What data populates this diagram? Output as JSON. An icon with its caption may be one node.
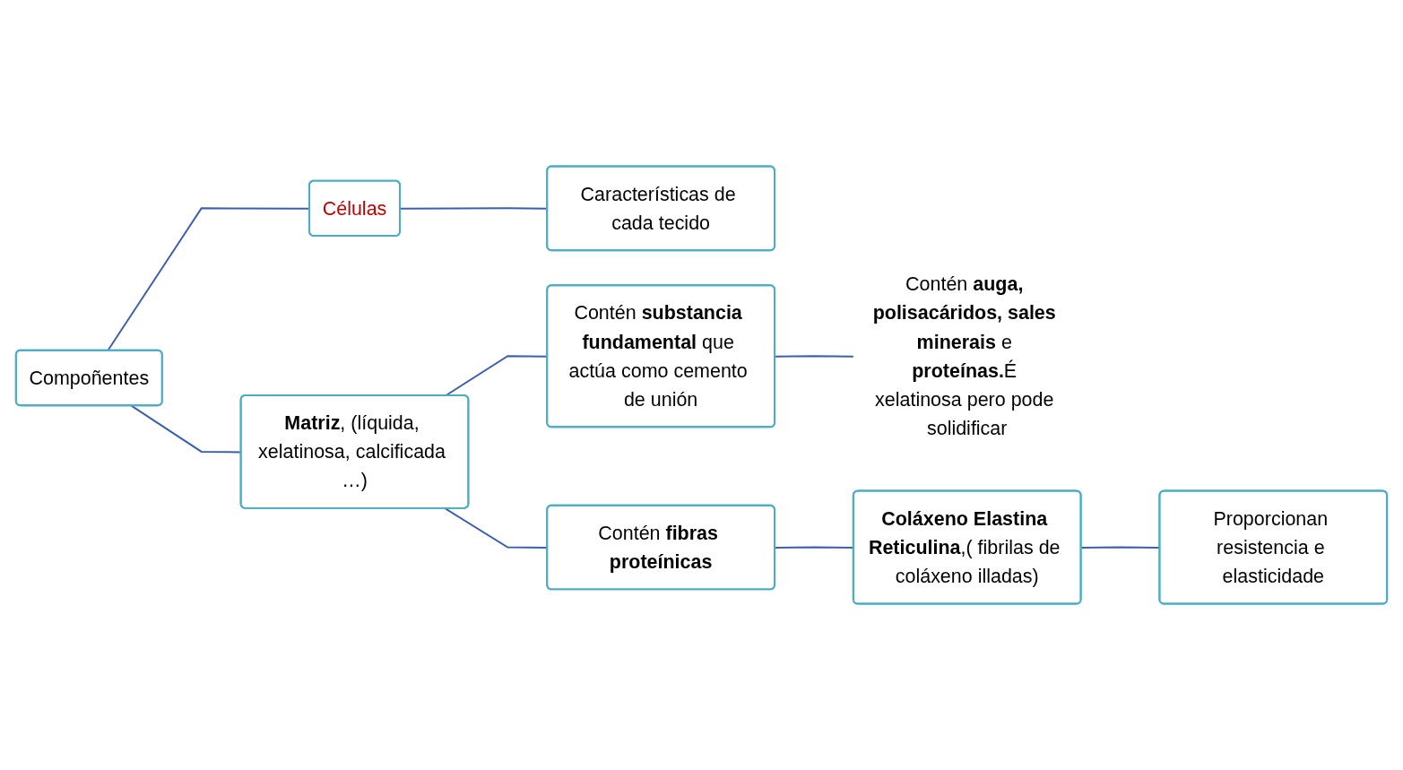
{
  "diagram": {
    "nodes": [
      {
        "text": [
          "Compoñentes"
        ]
      },
      {
        "text": [
          "Células"
        ]
      },
      {
        "text": [
          "Características de cada tecido"
        ]
      },
      {
        "text": [
          "**Matriz**, (líquida, xelatinosa, calcificada …)"
        ]
      },
      {
        "text": [
          "Contén **substancia fundamental** que actúa como cemento de unión"
        ]
      },
      {
        "text": [
          "Contén **auga, polisacáridos, sales minerais** e **proteínas.**É xelatinosa pero pode solidificar"
        ]
      },
      {
        "text": [
          "Contén **fibras proteínicas**"
        ]
      },
      {
        "text": [
          "**Coláxeno Elastina Reticulina**,( fibrilas de coláxeno illadas)"
        ]
      },
      {
        "text": [
          "Proporcionan resistencia e elasticidade"
        ]
      }
    ],
    "edges": [
      {
        "from": 0,
        "to": 1,
        "arrow": "none"
      },
      {
        "from": 0,
        "to": 3,
        "arrow": "none"
      },
      {
        "from": 1,
        "to": 2,
        "arrow": "none"
      },
      {
        "from": 3,
        "to": 4,
        "arrow": "none"
      },
      {
        "from": 3,
        "to": 6,
        "arrow": "none"
      },
      {
        "from": 4,
        "to": 5,
        "arrow": "none"
      },
      {
        "from": 6,
        "to": 7,
        "arrow": "none"
      },
      {
        "from": 7,
        "to": 8,
        "arrow": "none"
      }
    ]
  }
}
